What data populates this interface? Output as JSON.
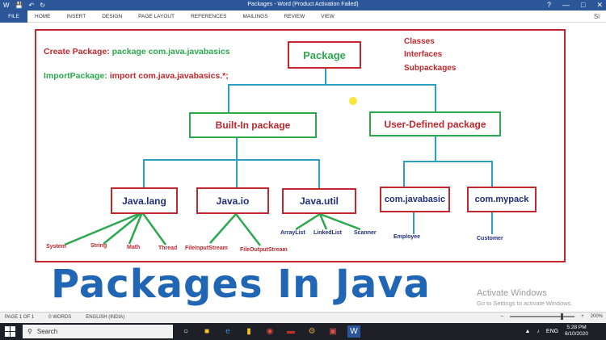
{
  "titlebar": {
    "title": "Packages - Word (Product Activation Failed)",
    "help": "?",
    "minimize": "—",
    "restore": "□",
    "close": "✕",
    "save_icon": "save-icon",
    "undo_icon": "undo-icon",
    "redo_icon": "redo-icon"
  },
  "ribbon": {
    "file": "FILE",
    "tabs": [
      "HOME",
      "INSERT",
      "DESIGN",
      "PAGE LAYOUT",
      "REFERENCES",
      "MAILINGS",
      "REVIEW",
      "VIEW"
    ],
    "signin": "Si"
  },
  "document": {
    "create_label": "Create Package:",
    "create_code": "package com.java.javabasics",
    "import_label": "ImportPackage:",
    "import_code": "import com.java.javabasics.*;",
    "root": "Package",
    "contents": [
      "Classes",
      "Interfaces",
      "Subpackages"
    ],
    "builtin": "Built-In package",
    "userdefined": "User-Defined package",
    "pkg_lang": "Java.lang",
    "pkg_io": "Java.io",
    "pkg_util": "Java.util",
    "pkg_javabasic": "com.javabasic",
    "pkg_mypack": "com.mypack",
    "lang_classes": [
      "System",
      "String",
      "Math",
      "Thread"
    ],
    "io_classes": [
      "FileInputStream",
      "FileOutputStream"
    ],
    "util_classes": [
      "ArrayList",
      "LinkedList",
      "Scanner"
    ],
    "javabasic_classes": [
      "Employee"
    ],
    "mypack_classes": [
      "Customer"
    ],
    "heading": "Packages In Java",
    "activate_line1": "Activate Windows",
    "activate_line2": "Go to Settings to activate Windows."
  },
  "statusbar": {
    "page": "PAGE 1 OF 1",
    "words": "0 WORDS",
    "language": "ENGLISH (INDIA)",
    "zoom_minus": "–",
    "zoom_plus": "+",
    "zoom": "200%",
    "zoom_fraction": 0.8
  },
  "taskbar": {
    "search": "Search",
    "lang": "ENG",
    "time": "5:28 PM",
    "date": "6/10/2020"
  },
  "colors": {
    "red": "#c0282d",
    "green": "#2ca84e",
    "navy": "#1f2f7a",
    "connector": "#2b9fc4",
    "heading_blue": "#2166b4"
  }
}
